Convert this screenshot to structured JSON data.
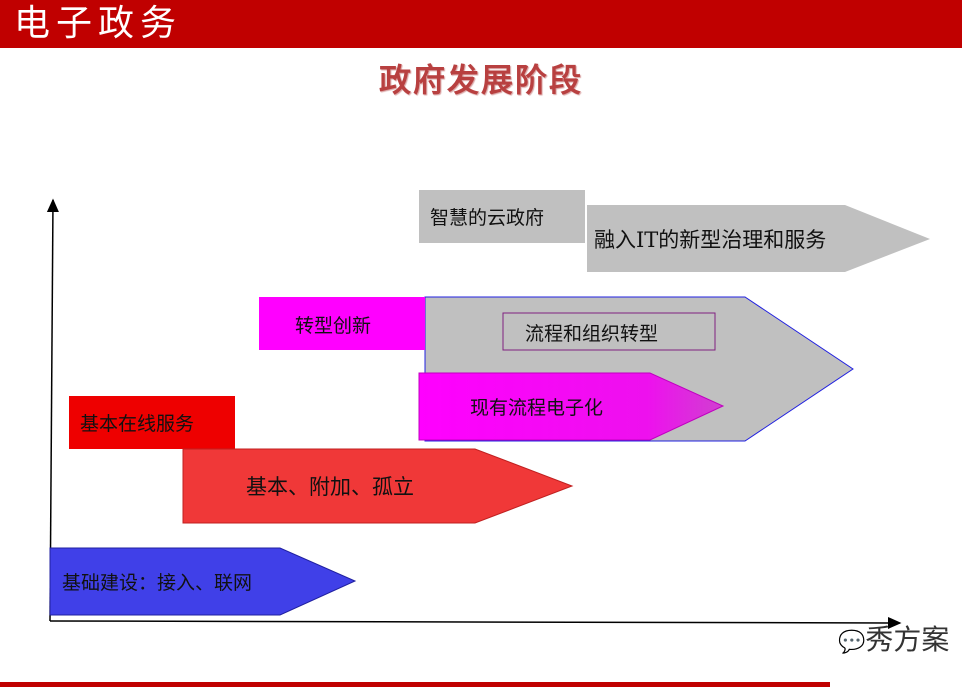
{
  "header": {
    "title": "电子政务"
  },
  "slide": {
    "title": "政府发展阶段"
  },
  "stages": {
    "infrastructure": "基础建设：接入、联网",
    "basic_online_label": "基本在线服务",
    "basic_online_arrow": "基本、附加、孤立",
    "transform_label": "转型创新",
    "transform_inner": "流程和组织转型",
    "digitize": "现有流程电子化",
    "smart_label": "智慧的云政府",
    "smart_arrow": "融入IT的新型治理和服务"
  },
  "watermark": "秀方案",
  "colors": {
    "header": "#c00000",
    "blue": "#4040e8",
    "red": "#f03030",
    "magenta": "#ff00ff",
    "gray": "#c0c0c0"
  }
}
